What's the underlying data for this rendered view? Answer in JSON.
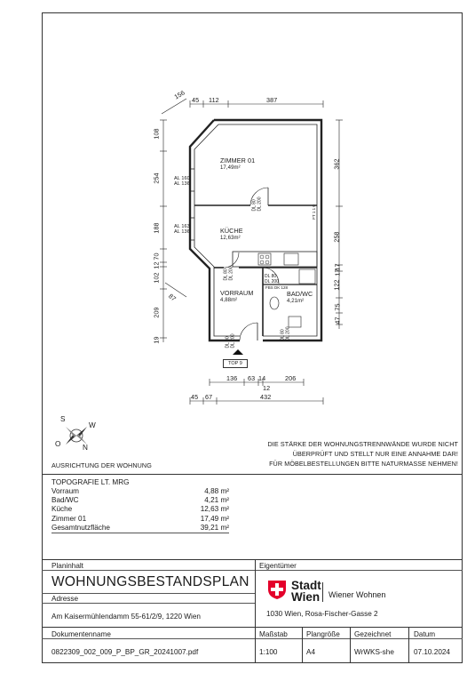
{
  "plan": {
    "dims_top": [
      "45",
      "112",
      "387"
    ],
    "dims_diagonal": [
      "156",
      "87"
    ],
    "dims_left": [
      "108",
      "254",
      "188",
      "70",
      "12",
      "102",
      "209",
      "19"
    ],
    "dims_right": [
      "362",
      "258",
      "17",
      "17",
      "122",
      "75",
      "47"
    ],
    "dims_bottom_row1": [
      "136",
      "63",
      "14",
      "206"
    ],
    "dims_bottom_row2": [
      "12"
    ],
    "dims_bottom_row3": [
      "45",
      "67",
      "432"
    ],
    "rooms": [
      {
        "name": "ZIMMER 01",
        "area": "17,49m²"
      },
      {
        "name": "KÜCHE",
        "area": "12,63m²"
      },
      {
        "name": "VORRAUM",
        "area": "4,88m²"
      },
      {
        "name": "BAD/WC",
        "area": "4,21m²"
      }
    ],
    "door_labels": [
      "DL 80",
      "DL 200",
      "DL 80",
      "DL 200",
      "DL 80",
      "DL 200",
      "DL 90",
      "DL 200",
      "DL 80",
      "DL 200"
    ],
    "window_labels": [
      "AL 160",
      "AL 136",
      "AL 163",
      "AL 136"
    ],
    "other_labels": [
      "FBS DK 128",
      "FT 1 1 0",
      "TOP 9"
    ]
  },
  "orientation": {
    "label": "AUSRICHTUNG DER WOHNUNG",
    "compass": {
      "s": "S",
      "w": "W",
      "o": "O",
      "n": "N"
    }
  },
  "notes": [
    "DIE STÄRKE DER WOHNUNGSTRENNWÄNDE WURDE NICHT",
    "ÜBERPRÜFT UND STELLT NUR EINE ANNAHME DAR!",
    "FÜR MÖBELBESTELLUNGEN BITTE NATURMASSE NEHMEN!"
  ],
  "topografie": {
    "title": "TOPOGRAFIE LT. MRG",
    "rows": [
      {
        "label": "Vorraum",
        "value": "4,88 m²"
      },
      {
        "label": "Bad/WC",
        "value": "4,21 m²"
      },
      {
        "label": "Küche",
        "value": "12,63 m²"
      },
      {
        "label": "Zimmer 01",
        "value": "17,49 m²"
      },
      {
        "label": "Gesamtnutzfläche",
        "value": "39,21 m²"
      }
    ]
  },
  "titleblock": {
    "planinhalt_label": "Planinhalt",
    "eigentuemer_label": "Eigentümer",
    "plan_title": "WOHNUNGSBESTANDSPLAN",
    "adresse_label": "Adresse",
    "adresse": "Am Kaisermühlendamm 55-61/2/9, 1220 Wien",
    "logo_line1": "Stadt",
    "logo_line2": "Wien",
    "logo_org": "Wiener Wohnen",
    "owner_address": "1030 Wien,  Rosa-Fischer-Gasse 2",
    "dokument_label": "Dokumentenname",
    "massstab_label": "Maßstab",
    "plangroesse_label": "Plangröße",
    "gezeichnet_label": "Gezeichnet",
    "datum_label": "Datum",
    "dokument": "0822309_002_009_P_BP_GR_20241007.pdf",
    "massstab": "1:100",
    "plangroesse": "A4",
    "gezeichnet": "WrWKS-she",
    "datum": "07.10.2024"
  },
  "colors": {
    "logo_red": "#e4002b",
    "line": "#333333"
  }
}
